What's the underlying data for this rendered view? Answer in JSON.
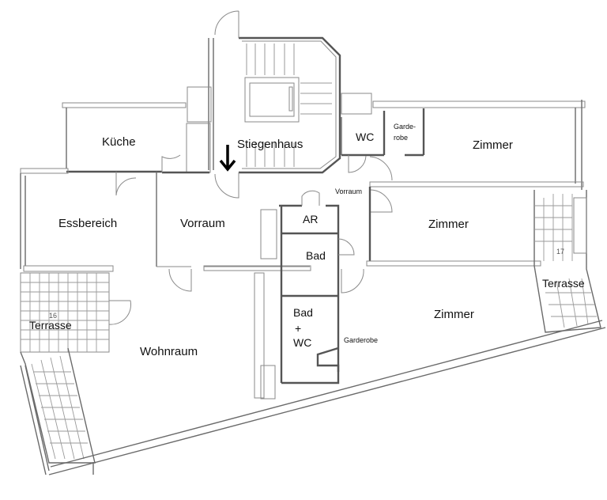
{
  "plan": {
    "title": "",
    "colors": {
      "wall": "#6a6a6a",
      "background": "#ffffff",
      "label": "#111111",
      "arrow": "#000000"
    },
    "entrance_marker": {
      "icon": "arrow-down-icon",
      "direction": "down"
    },
    "rooms": [
      {
        "id": "kueche",
        "label": "Küche"
      },
      {
        "id": "stiegenhaus",
        "label": "Stiegenhaus"
      },
      {
        "id": "wc-top",
        "label": "WC"
      },
      {
        "id": "garderobe-top",
        "label": "Garde-\nrobe",
        "line1": "Garde-",
        "line2": "robe"
      },
      {
        "id": "zimmer-1",
        "label": "Zimmer"
      },
      {
        "id": "vorraum-small",
        "label": "Vorraum"
      },
      {
        "id": "essbereich",
        "label": "Essbereich"
      },
      {
        "id": "vorraum-main",
        "label": "Vorraum"
      },
      {
        "id": "ar",
        "label": "AR"
      },
      {
        "id": "zimmer-2",
        "label": "Zimmer"
      },
      {
        "id": "bad",
        "label": "Bad"
      },
      {
        "id": "terrasse-right",
        "label": "Terrasse",
        "number": "17"
      },
      {
        "id": "terrasse-left",
        "label": "Terrasse",
        "number": "16"
      },
      {
        "id": "bad-wc",
        "label": "Bad + WC",
        "line1": "Bad",
        "line2": "+",
        "line3": "WC"
      },
      {
        "id": "zimmer-3",
        "label": "Zimmer"
      },
      {
        "id": "garderobe-bottom",
        "label": "Garderobe"
      },
      {
        "id": "wohnraum",
        "label": "Wohnraum"
      }
    ]
  }
}
